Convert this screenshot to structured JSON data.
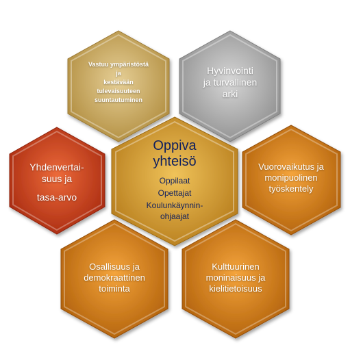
{
  "colors": {
    "tan": "#d4b26a",
    "gray": "#b8b8b8",
    "red": "#d9401a",
    "gold": "#d8a233",
    "orange": "#df8212",
    "text_dark": "#10205e"
  },
  "hexagons": {
    "top_left": {
      "lines": [
        "Vastuu ympäristöstä",
        "ja",
        "kestävään",
        "tulevaisuuteen",
        "suuntautuminen"
      ]
    },
    "top_right": {
      "lines": [
        "Hyvinvointi",
        "ja turvallinen",
        "arki"
      ]
    },
    "left": {
      "lines": [
        "Yhdenvertai-",
        "suus ja",
        "",
        "tasa-arvo"
      ]
    },
    "center": {
      "title_lines": [
        "Oppiva",
        "yhteisö"
      ],
      "members": [
        "Oppilaat",
        "Opettajat",
        "Koulunkäynnin-",
        "ohjaajat"
      ]
    },
    "right": {
      "lines": [
        "Vuorovaikutus ja",
        "monipuolinen",
        "työskentely"
      ]
    },
    "bottom_left": {
      "lines": [
        "Osallisuus ja",
        "demokraattinen",
        "toiminta"
      ]
    },
    "bottom_right": {
      "lines": [
        "Kulttuurinen",
        "moninaisuus ja",
        "kielitietoisuus"
      ]
    }
  }
}
